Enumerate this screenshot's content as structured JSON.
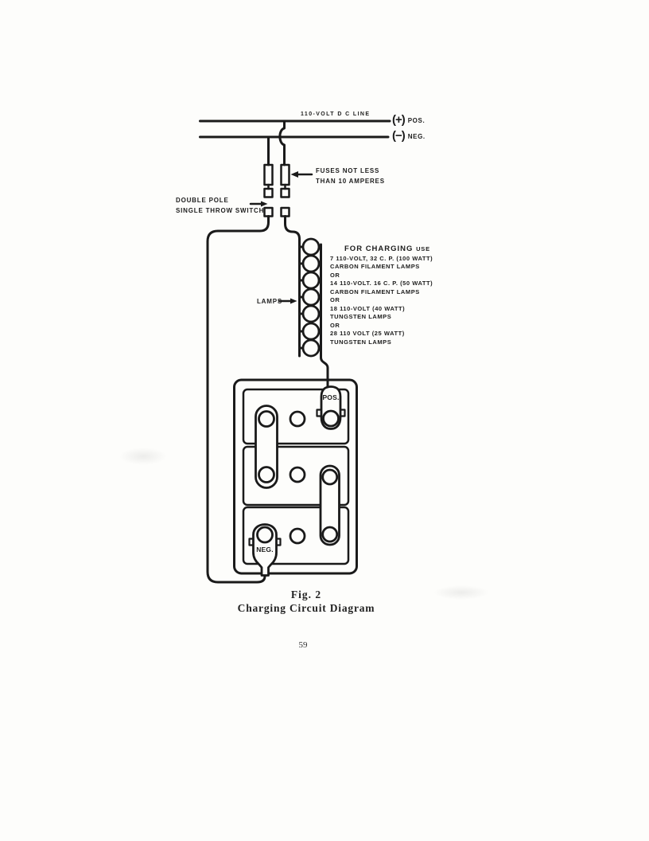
{
  "power_lines": {
    "label": "110-VOLT D C LINE",
    "positive": {
      "symbol": "(+)",
      "label": "POS."
    },
    "negative": {
      "symbol": "(−)",
      "label": "NEG."
    }
  },
  "fuses": {
    "note_line1": "FUSES NOT LESS",
    "note_line2": "THAN 10 AMPERES"
  },
  "switch": {
    "label_line1": "DOUBLE POLE",
    "label_line2": "SINGLE THROW SWITCH"
  },
  "lamps": {
    "label": "LAMPS",
    "count": 7
  },
  "charging_instructions": {
    "heading": "FOR CHARGING",
    "heading_suffix": "USE",
    "lines": [
      "7 110-VOLT, 32 C. P. (100 WATT)",
      "CARBON FILAMENT LAMPS",
      "OR",
      "14 110-VOLT. 16 C. P. (50 WATT)",
      "CARBON FILAMENT LAMPS",
      "OR",
      "18 110-VOLT (40 WATT)",
      "TUNGSTEN LAMPS",
      "OR",
      "28 110 VOLT (25 WATT)",
      "TUNGSTEN LAMPS"
    ]
  },
  "battery": {
    "positive_terminal": "POS.",
    "negative_terminal": "NEG."
  },
  "caption": {
    "fig": "Fig. 2",
    "title": "Charging Circuit Diagram"
  },
  "page": {
    "number": "59"
  },
  "colors": {
    "ink": "#1a1a1a",
    "paper": "#fdfdfb"
  }
}
